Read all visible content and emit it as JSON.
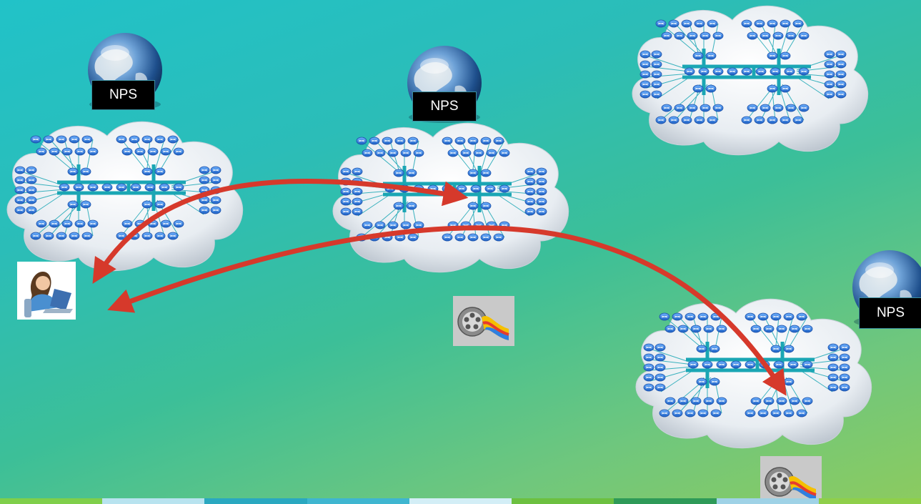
{
  "diagram": {
    "nps_label": "NPS",
    "colors": {
      "arrow": "#d6392b",
      "router": "#2e7be0",
      "link": "#1aa6b4",
      "cloud": "#f2f5f8",
      "label_bg": "#000000"
    },
    "nodes": [
      {
        "id": "cloud-1",
        "has_nps": true
      },
      {
        "id": "cloud-2",
        "has_nps": true
      },
      {
        "id": "cloud-3",
        "has_nps": false
      },
      {
        "id": "cloud-4",
        "has_nps": true
      }
    ],
    "icons": [
      "user-laptop-icon",
      "film-reel-icon",
      "film-reel-icon"
    ]
  }
}
